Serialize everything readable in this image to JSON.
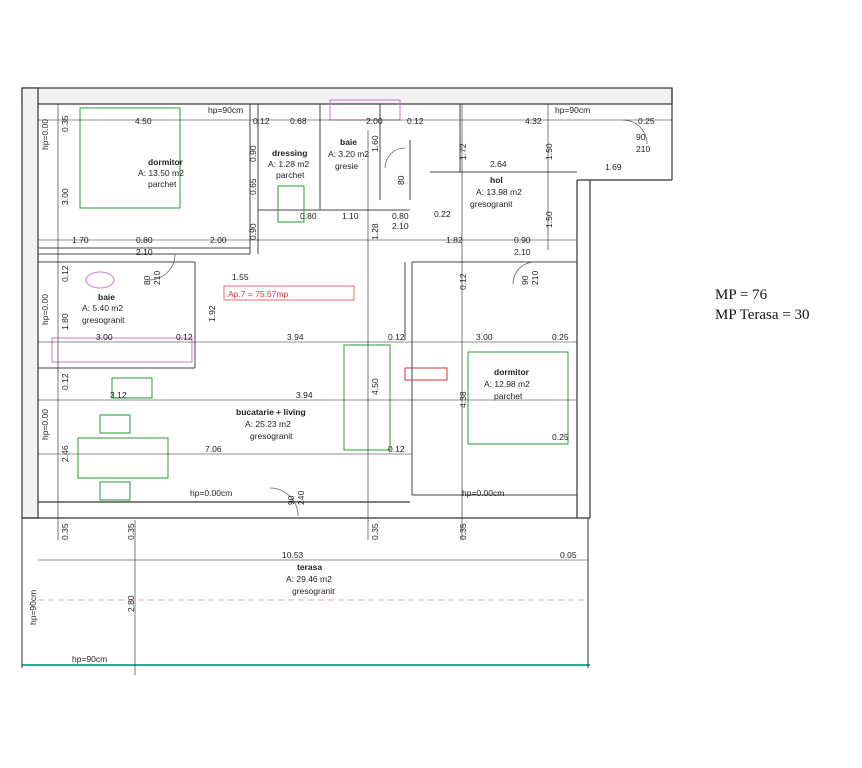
{
  "summary": {
    "mp": "MP = 76",
    "mp_terasa": "MP Terasa = 30"
  },
  "apartment_label": "Ap.7 = 75.57mp",
  "rooms": {
    "dormitor1": {
      "name": "dormitor",
      "area": "A: 13.50 m2",
      "floor": "parchet"
    },
    "dressing": {
      "name": "dressing",
      "area": "A: 1.28 m2",
      "floor": "parchet"
    },
    "baie1": {
      "name": "baie",
      "area": "A: 3.20 m2",
      "floor": "gresie"
    },
    "hol": {
      "name": "hol",
      "area": "A: 13.98 m2",
      "floor": "gresogranit"
    },
    "baie2": {
      "name": "baie",
      "area": "A: 5.40 m2",
      "floor": "gresogranit"
    },
    "living": {
      "name": "bucatarie + living",
      "area": "A: 25.23 m2",
      "floor": "gresogranit"
    },
    "dormitor2": {
      "name": "dormitor",
      "area": "A: 12.98 m2",
      "floor": "parchet"
    },
    "terasa": {
      "name": "terasa",
      "area": "A: 29.46 m2",
      "floor": "gresogranit"
    }
  },
  "dims": {
    "d035": "0.35",
    "d450": "4.50",
    "d012": "0.12",
    "d068": "0.68",
    "d200": "2.00",
    "d432": "4.32",
    "d025": "0.25",
    "d090": "0.90",
    "d210": "210",
    "d160": "1.60",
    "d264": "2.64",
    "d169": "1.69",
    "d150": "1.50",
    "d172": "1.72",
    "d300": "3.00",
    "d065": "0.65",
    "d080": "0.80",
    "d110": "1.10",
    "d022": "0.22",
    "d2_10": "2.10",
    "d170": "1.70",
    "d182": "1.82",
    "d128": "1.28",
    "d155": "1.55",
    "d192": "1.92",
    "d180": "1.80",
    "d000": "0.00",
    "d394": "3.94",
    "d312": "3.12",
    "d438": "4.38",
    "d246": "2.46",
    "d706": "7.06",
    "d1053": "10.53",
    "d005": "0.05",
    "d280": "2.80",
    "d90": "90",
    "d240": "240",
    "d80": "80"
  },
  "heights": {
    "hp90": "hp=90cm",
    "hp000": "hp=0.00",
    "hp000cm": "hp=0.00cm"
  }
}
